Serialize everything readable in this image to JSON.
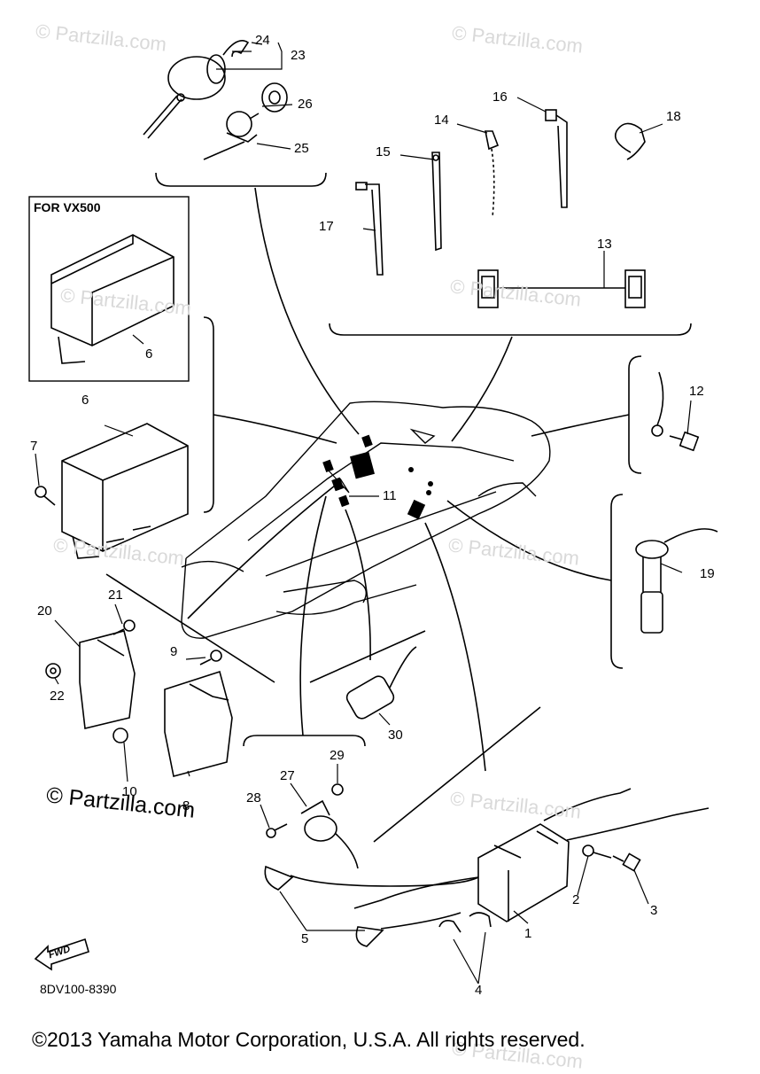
{
  "diagram": {
    "box_title": "FOR VX500",
    "reference_code": "8DV100-8390",
    "copyright": "©2013  Yamaha Motor Corporation, U.S.A. All rights reserved.",
    "watermark_main": "© Partzilla.com",
    "watermark_faint": "© Partzilla.com",
    "fwd_label": "FWD",
    "callouts": {
      "c1": "1",
      "c2": "2",
      "c3": "3",
      "c4": "4",
      "c5": "5",
      "c6a": "6",
      "c6b": "6",
      "c7": "7",
      "c8": "8",
      "c9": "9",
      "c10": "10",
      "c11": "11",
      "c12": "12",
      "c13": "13",
      "c14": "14",
      "c15": "15",
      "c16": "16",
      "c17": "17",
      "c18": "18",
      "c19": "19",
      "c20": "20",
      "c21": "21",
      "c22": "22",
      "c23": "23",
      "c24": "24",
      "c25": "25",
      "c26": "26",
      "c27": "27",
      "c28": "28",
      "c29": "29",
      "c30": "30"
    }
  }
}
